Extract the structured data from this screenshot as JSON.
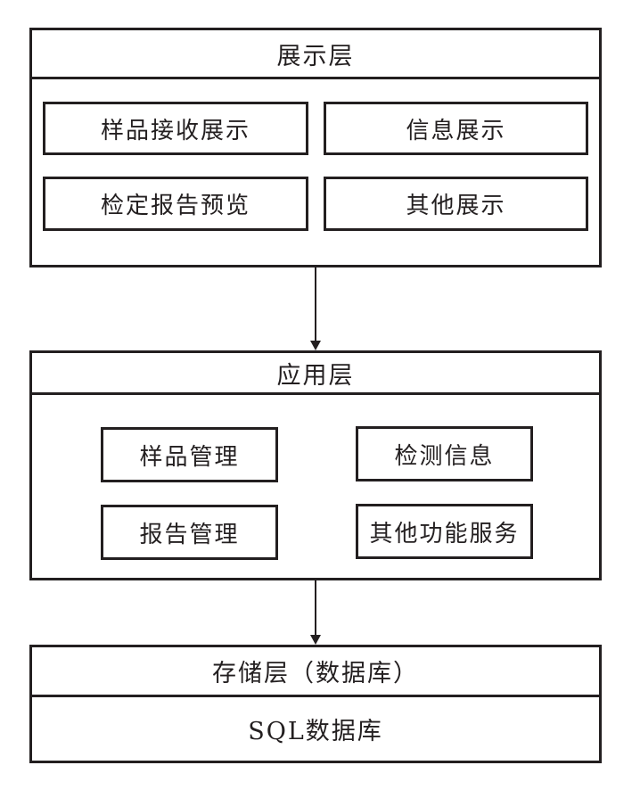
{
  "colors": {
    "line": "#231f20",
    "text": "#231f20",
    "background": "#ffffff"
  },
  "layers": [
    {
      "title": "展示层",
      "items": [
        "样品接收展示",
        "信息展示",
        "检定报告预览",
        "其他展示"
      ]
    },
    {
      "title": "应用层",
      "items": [
        "样品管理",
        "检测信息",
        "报告管理",
        "其他功能服务"
      ]
    },
    {
      "title": "存储层（数据库）",
      "items": [
        "SQL数据库"
      ]
    }
  ]
}
